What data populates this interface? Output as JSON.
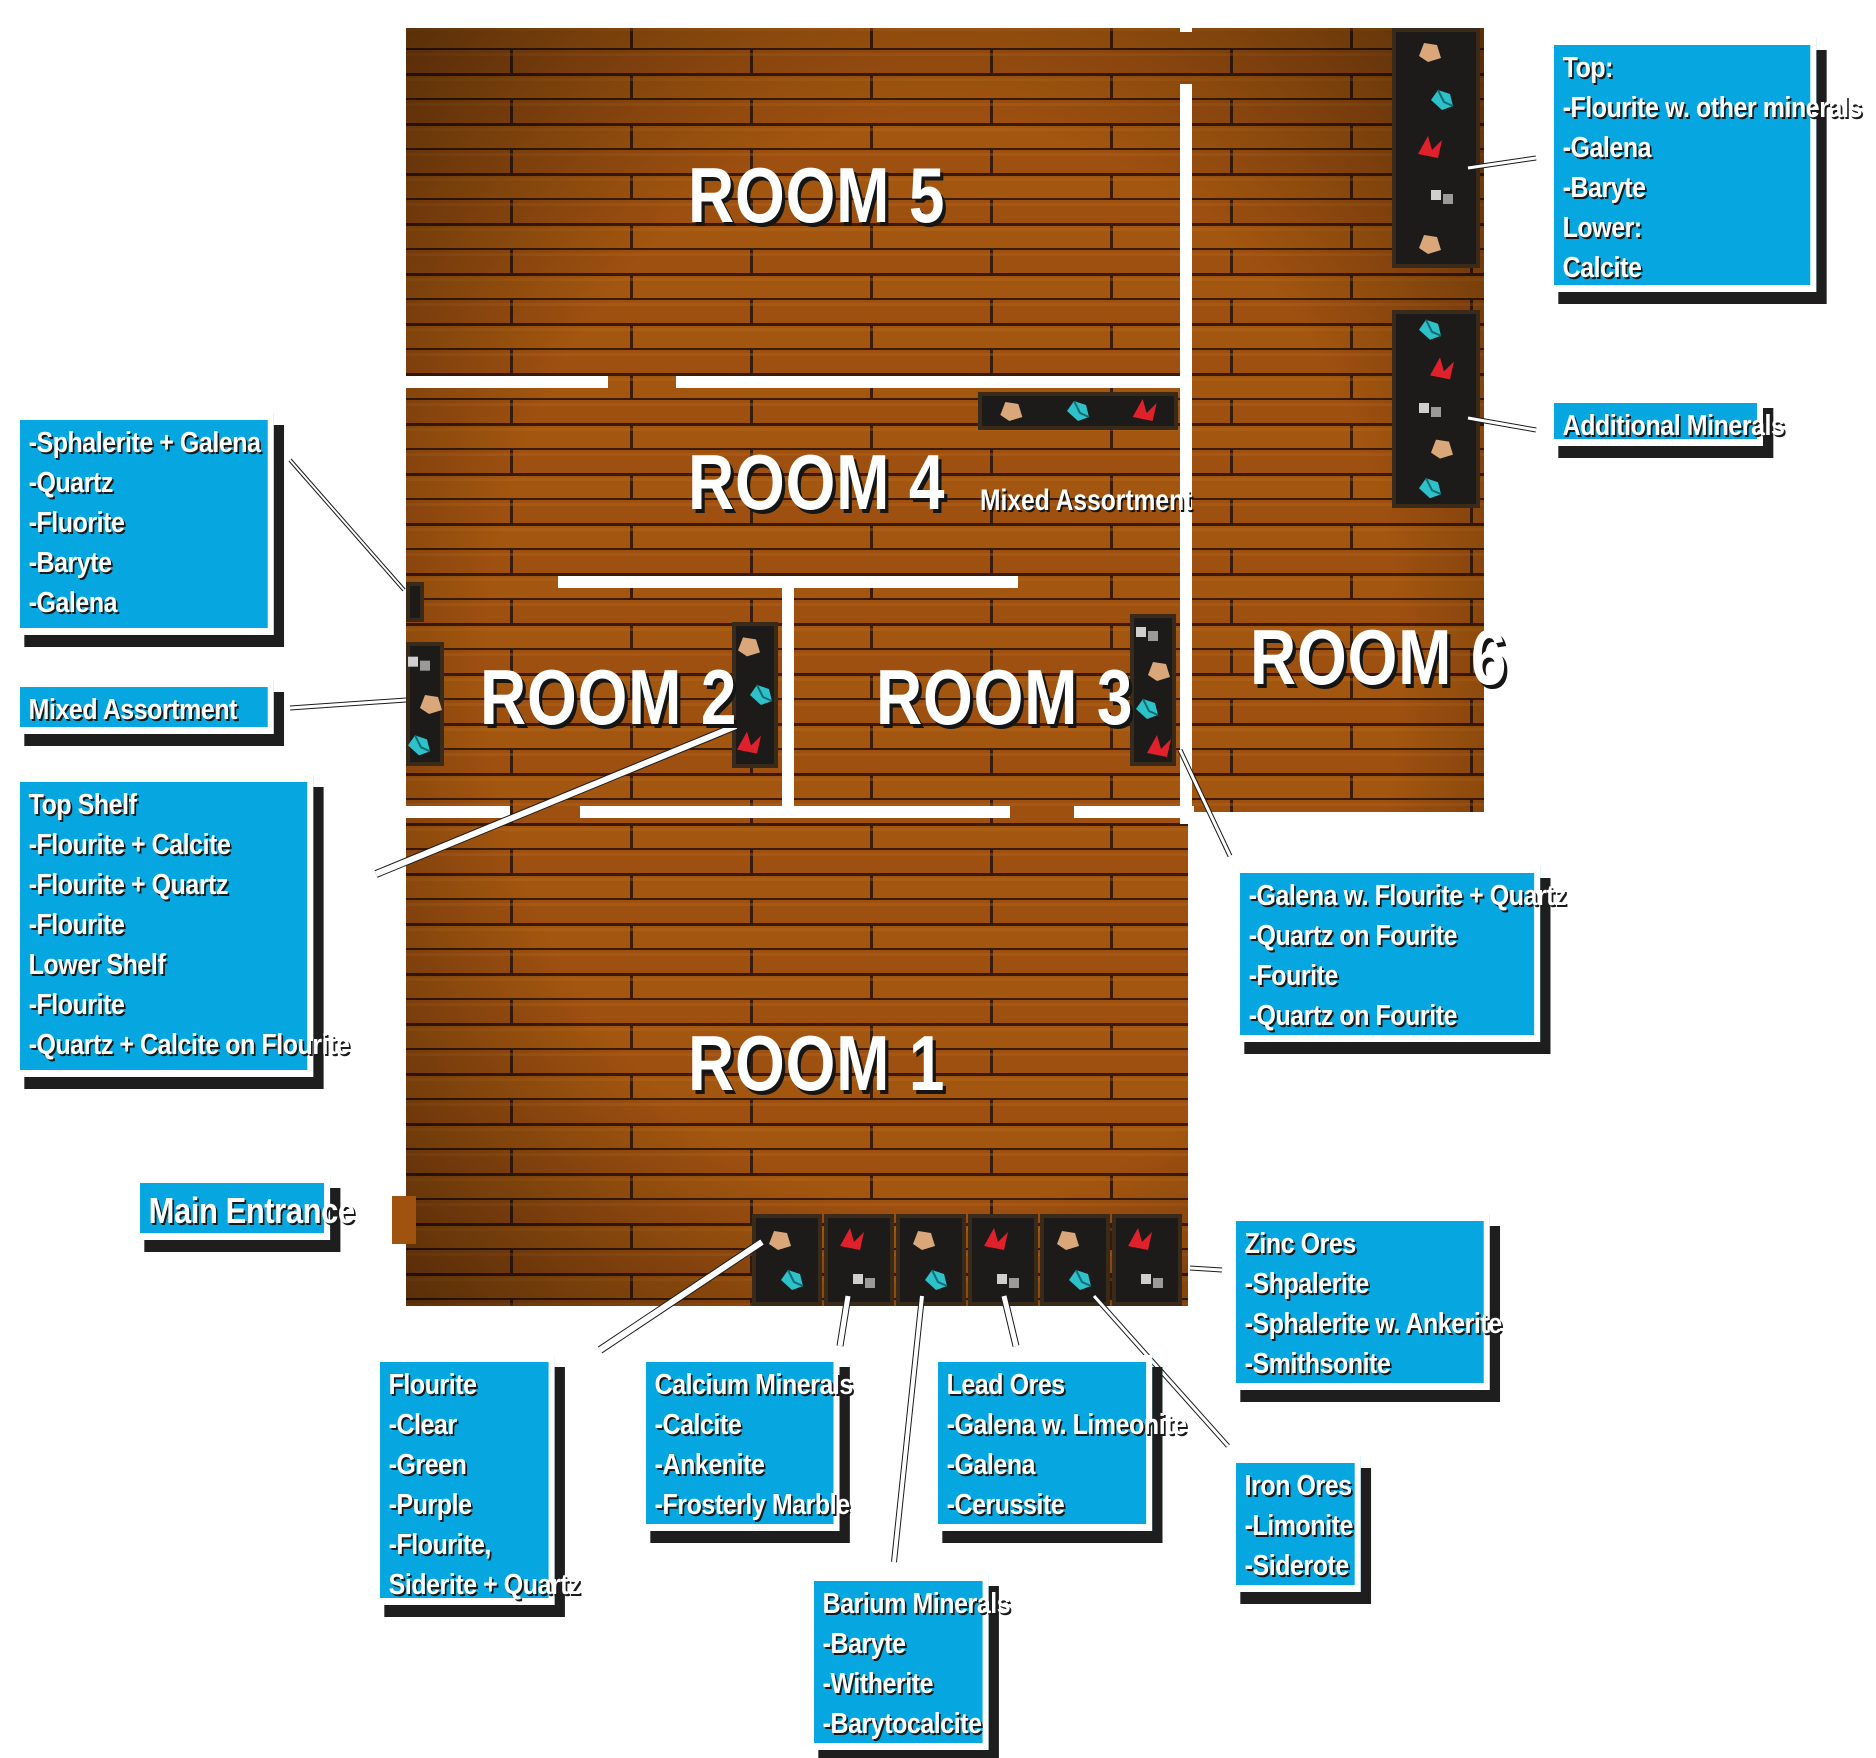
{
  "colors": {
    "wood": "#9a4f0e",
    "wood_dark": "#3a1a04",
    "wall": "#ffffff",
    "shelf": "#1c1b1a",
    "label_bg": "#06a6e0",
    "label_text": "#ffffff"
  },
  "rooms": {
    "room1": "ROOM 1",
    "room2": "ROOM 2",
    "room3": "ROOM 3",
    "room4": "ROOM 4",
    "room5": "ROOM 5",
    "room6": "ROOM 6"
  },
  "room4_note": "Mixed Assortment",
  "labels": {
    "room6_top_shelf": [
      "Top:",
      "-Flourite w. other minerals",
      "-Galena",
      "-Baryte",
      "Lower:",
      "Calcite"
    ],
    "room6_additional": [
      "Additional Minerals"
    ],
    "room4_left_shelf": [
      "-Sphalerite + Galena",
      "-Quartz",
      "-Fluorite",
      "-Baryte",
      "-Galena"
    ],
    "room2_left_shelf": [
      "Mixed Assortment"
    ],
    "room2_center_shelf": [
      "Top Shelf",
      "-Flourite + Calcite",
      "-Flourite + Quartz",
      "-Flourite",
      "Lower Shelf",
      "-Flourite",
      "-Quartz + Calcite on Flourite"
    ],
    "room3_right_shelf": [
      "-Galena w. Flourite + Quartz",
      "-Quartz on Fourite",
      "-Fourite",
      "-Quartz on Fourite"
    ],
    "main_entrance": [
      "Main Entrance"
    ],
    "zinc_ores": [
      "Zinc Ores",
      "-Shpalerite",
      "-Sphalerite w. Ankerite",
      "-Smithsonite"
    ],
    "iron_ores": [
      "Iron Ores",
      "-Limonite",
      "-Siderote"
    ],
    "flourite": [
      "Flourite",
      "-Clear",
      "-Green",
      "-Purple",
      "-Flourite,",
      "Siderite + Quartz"
    ],
    "calcium_minerals": [
      "Calcium Minerals",
      "-Calcite",
      "-Ankenite",
      "-Frosterly Marble"
    ],
    "lead_ores": [
      "Lead Ores",
      "-Galena w. Limeonite",
      "-Galena",
      "-Cerussite"
    ],
    "barium_minerals": [
      "Barium Minerals",
      "-Baryte",
      "-Witherite",
      "-Barytocalcite"
    ]
  },
  "mineral_icons": [
    "calcite-icon",
    "fluorite-green-icon",
    "red-crystal-icon",
    "galena-icon"
  ]
}
